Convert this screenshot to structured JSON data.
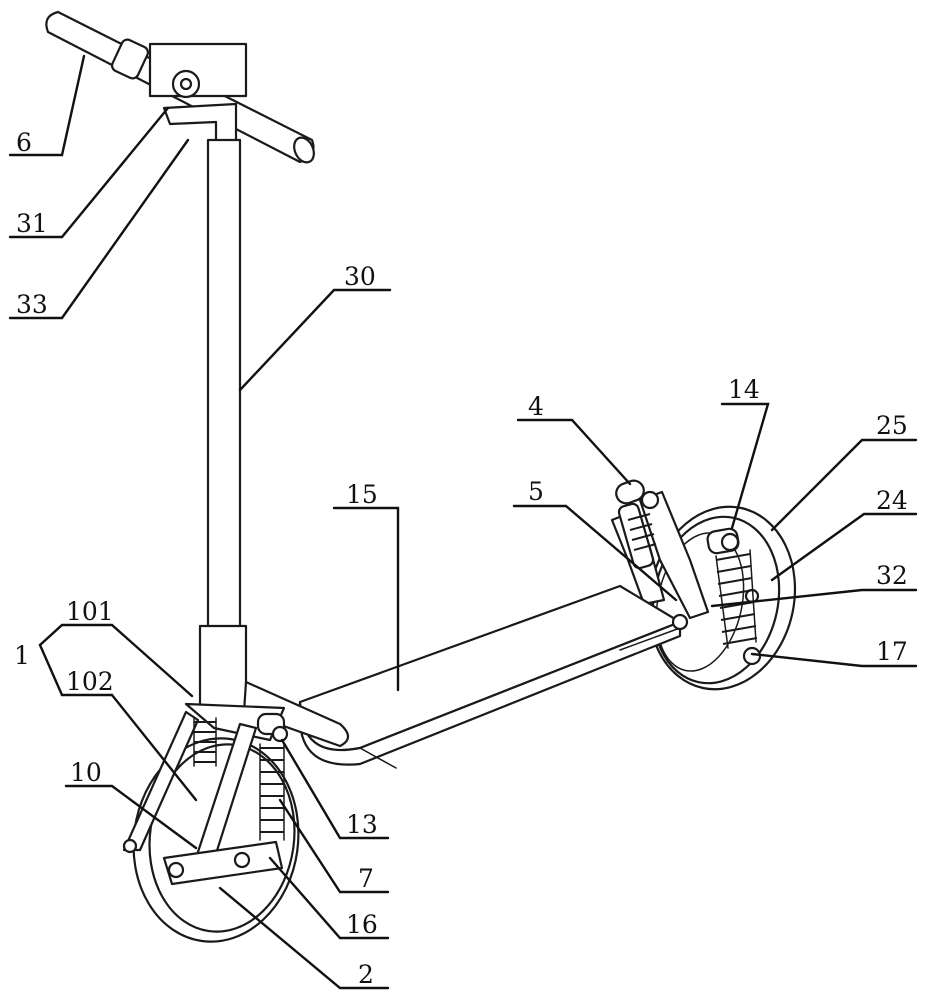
{
  "figure": {
    "background": "#ffffff",
    "line_color": "#1a1a1a",
    "labels": {
      "l6": "6",
      "l31": "31",
      "l33": "33",
      "l30": "30",
      "l1": "1",
      "l101": "101",
      "l102": "102",
      "l10": "10",
      "l13": "13",
      "l7": "7",
      "l16": "16",
      "l2": "2",
      "l15": "15",
      "l4": "4",
      "l5": "5",
      "l14": "14",
      "l25": "25",
      "l24": "24",
      "l32": "32",
      "l17": "17"
    }
  }
}
